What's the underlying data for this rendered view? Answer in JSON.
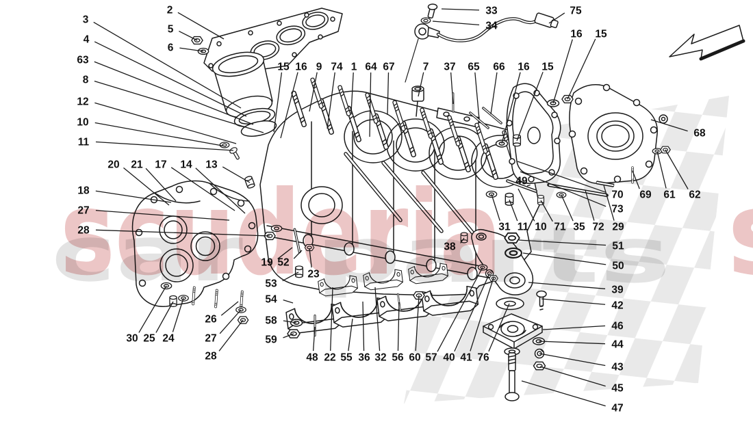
{
  "diagram": {
    "type": "exploded-parts-diagram",
    "subject": "crankcase",
    "line_color": "#1a1a1a",
    "background": "#ffffff",
    "checker_color": "#e9e9e9"
  },
  "watermark": {
    "brand_text": "scuderia",
    "secondary_text_1": "car",
    "secondary_text_2": "parts",
    "brand_color": "#c85c5c",
    "secondary_color": "#9a9a9a"
  },
  "direction_arrow": {
    "icon": "arrow-left-icon"
  },
  "labels": [
    [
      "2",
      248,
      14,
      327,
      57
    ],
    [
      "3",
      125,
      28,
      352,
      158
    ],
    [
      "5",
      249,
      42,
      288,
      59
    ],
    [
      "4",
      126,
      57,
      360,
      170
    ],
    [
      "6",
      249,
      69,
      297,
      75
    ],
    [
      "63",
      121,
      87,
      370,
      182
    ],
    [
      "8",
      125,
      116,
      385,
      194
    ],
    [
      "12",
      121,
      148,
      345,
      210
    ],
    [
      "10",
      121,
      178,
      330,
      214
    ],
    [
      "11",
      122,
      207,
      341,
      220
    ],
    [
      "15",
      414,
      97,
      400,
      193
    ],
    [
      "16",
      440,
      97,
      410,
      202
    ],
    [
      "9",
      466,
      97,
      452,
      163
    ],
    [
      "74",
      492,
      97,
      478,
      188
    ],
    [
      "1",
      517,
      97,
      513,
      165
    ],
    [
      "64",
      542,
      97,
      540,
      200
    ],
    [
      "67",
      568,
      97,
      566,
      168
    ],
    [
      "7",
      622,
      97,
      611,
      141
    ],
    [
      "37",
      657,
      97,
      662,
      152
    ],
    [
      "65",
      692,
      97,
      700,
      174
    ],
    [
      "66",
      729,
      97,
      717,
      167
    ],
    [
      "16",
      765,
      97,
      733,
      210
    ],
    [
      "15",
      800,
      97,
      755,
      206
    ],
    [
      "33",
      718,
      15,
      645,
      13
    ],
    [
      "34",
      718,
      37,
      632,
      31
    ],
    [
      "75",
      841,
      15,
      802,
      34
    ],
    [
      "16",
      842,
      49,
      808,
      151
    ],
    [
      "15",
      878,
      49,
      829,
      145
    ],
    [
      "68",
      1022,
      194,
      951,
      175
    ],
    [
      "20",
      166,
      240,
      247,
      300
    ],
    [
      "21",
      200,
      240,
      257,
      294
    ],
    [
      "17",
      235,
      240,
      343,
      308
    ],
    [
      "14",
      272,
      240,
      358,
      312
    ],
    [
      "13",
      309,
      240,
      365,
      267
    ],
    [
      "18",
      122,
      278,
      250,
      296
    ],
    [
      "27",
      122,
      307,
      335,
      322
    ],
    [
      "28",
      122,
      336,
      394,
      345
    ],
    [
      "19",
      390,
      383,
      427,
      362
    ],
    [
      "52",
      414,
      383,
      441,
      366
    ],
    [
      "23",
      458,
      400,
      452,
      363
    ],
    [
      "53",
      396,
      414,
      436,
      398
    ],
    [
      "54",
      396,
      437,
      428,
      443
    ],
    [
      "58",
      396,
      468,
      433,
      472
    ],
    [
      "59",
      396,
      496,
      429,
      488
    ],
    [
      "30",
      193,
      494,
      243,
      418
    ],
    [
      "25",
      218,
      494,
      253,
      441
    ],
    [
      "24",
      246,
      494,
      268,
      436
    ],
    [
      "26",
      308,
      466,
      348,
      441
    ],
    [
      "27",
      308,
      494,
      352,
      453
    ],
    [
      "28",
      308,
      520,
      355,
      468
    ],
    [
      "48",
      456,
      522,
      460,
      478
    ],
    [
      "22",
      482,
      522,
      486,
      420
    ],
    [
      "55",
      506,
      522,
      515,
      466
    ],
    [
      "36",
      532,
      522,
      530,
      441
    ],
    [
      "32",
      556,
      522,
      548,
      420
    ],
    [
      "56",
      581,
      522,
      583,
      442
    ],
    [
      "60",
      606,
      522,
      612,
      432
    ],
    [
      "57",
      630,
      522,
      705,
      391
    ],
    [
      "40",
      656,
      522,
      715,
      400
    ],
    [
      "41",
      681,
      522,
      721,
      406
    ],
    [
      "76",
      706,
      522,
      744,
      444
    ],
    [
      "38",
      657,
      360,
      678,
      348
    ],
    [
      "31",
      737,
      331,
      718,
      284
    ],
    [
      "11",
      764,
      331,
      744,
      292
    ],
    [
      "10",
      790,
      331,
      757,
      276
    ],
    [
      "71",
      818,
      331,
      790,
      293
    ],
    [
      "35",
      846,
      331,
      820,
      285
    ],
    [
      "72",
      874,
      331,
      855,
      278
    ],
    [
      "29",
      903,
      331,
      882,
      271
    ],
    [
      "49",
      762,
      264,
      770,
      272
    ],
    [
      "70",
      902,
      284,
      756,
      236
    ],
    [
      "73",
      902,
      305,
      760,
      251
    ],
    [
      "69",
      943,
      284,
      924,
      250
    ],
    [
      "61",
      978,
      284,
      960,
      221
    ],
    [
      "62",
      1015,
      284,
      972,
      219
    ],
    [
      "51",
      903,
      359,
      758,
      351
    ],
    [
      "50",
      903,
      388,
      764,
      370
    ],
    [
      "39",
      902,
      423,
      772,
      413
    ],
    [
      "42",
      902,
      446,
      791,
      437
    ],
    [
      "46",
      902,
      476,
      793,
      482
    ],
    [
      "44",
      902,
      503,
      787,
      499
    ],
    [
      "43",
      902,
      536,
      788,
      517
    ],
    [
      "45",
      902,
      567,
      789,
      536
    ],
    [
      "47",
      902,
      596,
      762,
      557
    ]
  ]
}
